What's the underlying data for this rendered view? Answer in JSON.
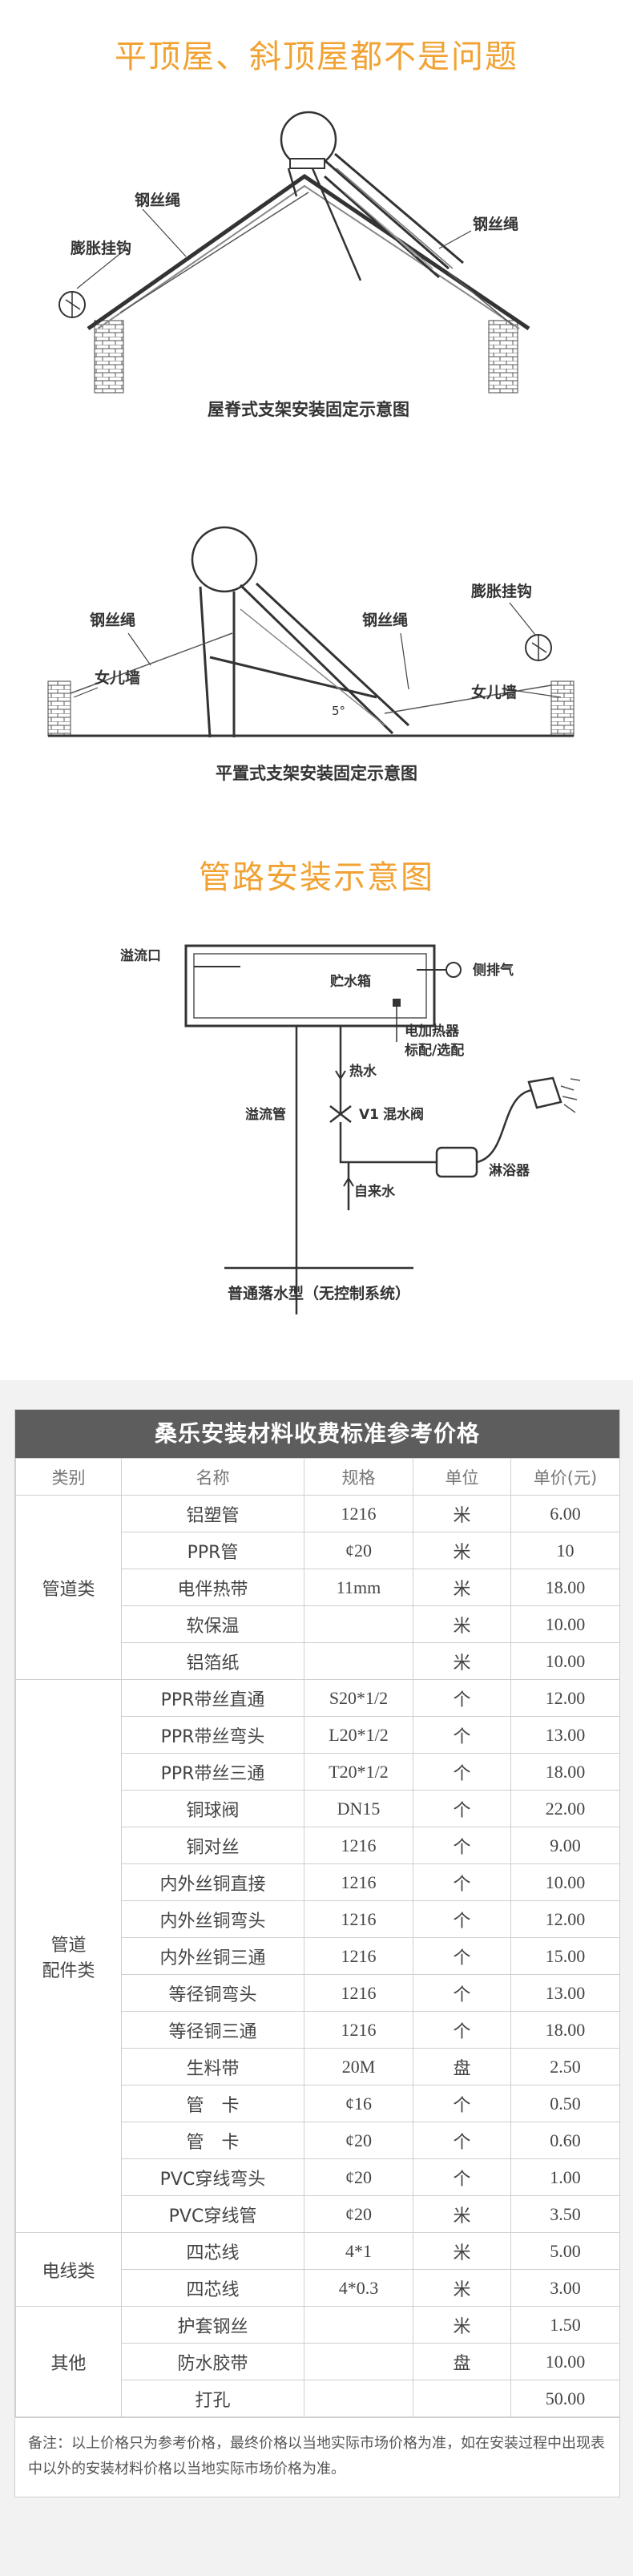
{
  "section1": {
    "title": "平顶屋、斜顶屋都不是问题",
    "diagram1": {
      "caption": "屋脊式支架安装固定示意图",
      "labels": {
        "wire_left": "钢丝绳",
        "hook": "膨胀挂钩",
        "wire_right": "钢丝绳"
      }
    },
    "diagram2": {
      "caption": "平置式支架安装固定示意图",
      "labels": {
        "wire_left": "钢丝绳",
        "wall_left": "女儿墙",
        "wire_mid": "钢丝绳",
        "hook": "膨胀挂钩",
        "wall_right": "女儿墙",
        "angle": "5°"
      }
    }
  },
  "section2": {
    "title": "管路安装示意图",
    "caption": "普通落水型（无控制系统）",
    "labels": {
      "overflow_port": "溢流口",
      "tank": "贮水箱",
      "vent": "侧排气",
      "heater_1": "电加热器",
      "heater_2": "标配/选配",
      "hot_water": "热水",
      "overflow_pipe": "溢流管",
      "valve_code": "V1",
      "mix_valve": "混水阀",
      "tap_water": "自来水",
      "shower": "淋浴器"
    }
  },
  "table": {
    "title": "桑乐安装材料收费标准参考价格",
    "headers": [
      "类别",
      "名称",
      "规格",
      "单位",
      "单价(元)"
    ],
    "groups": [
      {
        "category": "管道类",
        "rows": [
          [
            "铝塑管",
            "1216",
            "米",
            "6.00"
          ],
          [
            "PPR管",
            "¢20",
            "米",
            "10"
          ],
          [
            "电伴热带",
            "11mm",
            "米",
            "18.00"
          ],
          [
            "软保温",
            "",
            "米",
            "10.00"
          ],
          [
            "铝箔纸",
            "",
            "米",
            "10.00"
          ]
        ]
      },
      {
        "category": "管道配件类",
        "category_lines": [
          "管道",
          "配件类"
        ],
        "rows": [
          [
            "PPR带丝直通",
            "S20*1/2",
            "个",
            "12.00"
          ],
          [
            "PPR带丝弯头",
            "L20*1/2",
            "个",
            "13.00"
          ],
          [
            "PPR带丝三通",
            "T20*1/2",
            "个",
            "18.00"
          ],
          [
            "铜球阀",
            "DN15",
            "个",
            "22.00"
          ],
          [
            "铜对丝",
            "1216",
            "个",
            "9.00"
          ],
          [
            "内外丝铜直接",
            "1216",
            "个",
            "10.00"
          ],
          [
            "内外丝铜弯头",
            "1216",
            "个",
            "12.00"
          ],
          [
            "内外丝铜三通",
            "1216",
            "个",
            "15.00"
          ],
          [
            "等径铜弯头",
            "1216",
            "个",
            "13.00"
          ],
          [
            "等径铜三通",
            "1216",
            "个",
            "18.00"
          ],
          [
            "生料带",
            "20M",
            "盘",
            "2.50"
          ],
          [
            "管　卡",
            "¢16",
            "个",
            "0.50"
          ],
          [
            "管　卡",
            "¢20",
            "个",
            "0.60"
          ],
          [
            "PVC穿线弯头",
            "¢20",
            "个",
            "1.00"
          ],
          [
            "PVC穿线管",
            "¢20",
            "米",
            "3.50"
          ]
        ]
      },
      {
        "category": "电线类",
        "rows": [
          [
            "四芯线",
            "4*1",
            "米",
            "5.00"
          ],
          [
            "四芯线",
            "4*0.3",
            "米",
            "3.00"
          ]
        ]
      },
      {
        "category": "其他",
        "rows": [
          [
            "护套钢丝",
            "",
            "米",
            "1.50"
          ],
          [
            "防水胶带",
            "",
            "盘",
            "10.00"
          ],
          [
            "打孔",
            "",
            "",
            "50.00"
          ]
        ]
      }
    ],
    "note": "备注：以上价格只为参考价格，最终价格以当地实际市场价格为准，如在安装过程中出现表中以外的安装材料价格以当地实际市场价格为准。"
  },
  "colors": {
    "accent": "#f1a233",
    "table_header_bg": "#5d5d5d",
    "page_bottom_bg": "#f2f2f2",
    "line": "#333333"
  }
}
